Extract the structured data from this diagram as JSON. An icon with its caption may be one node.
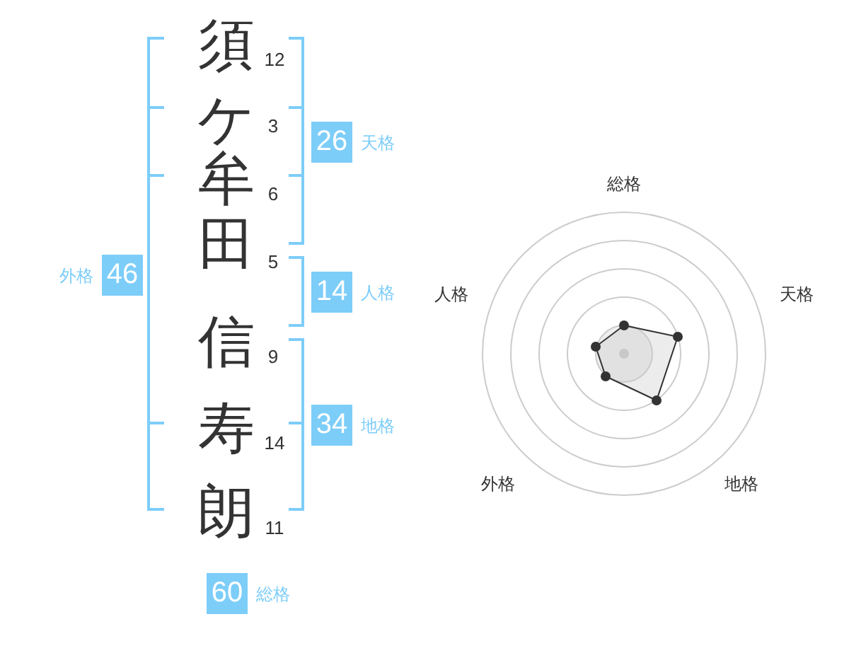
{
  "diagram": {
    "nodes": [
      {
        "text": [
          "26"
        ],
        "beside": [
          "天格"
        ]
      },
      {
        "text": [
          "46"
        ],
        "beside": [
          "外格"
        ]
      },
      {
        "text": [
          "14"
        ],
        "beside": [
          "人格"
        ]
      },
      {
        "text": [
          "34"
        ],
        "beside": [
          "地格"
        ]
      },
      {
        "text": [
          "60"
        ],
        "beside": [
          "総格"
        ]
      }
    ],
    "labels": [
      "須",
      "12",
      "ケ",
      "3",
      "牟",
      "6",
      "田",
      "5",
      "信",
      "9",
      "寿",
      "14",
      "朗",
      "11",
      "総格",
      "人格",
      "天格",
      "外格",
      "地格"
    ]
  }
}
